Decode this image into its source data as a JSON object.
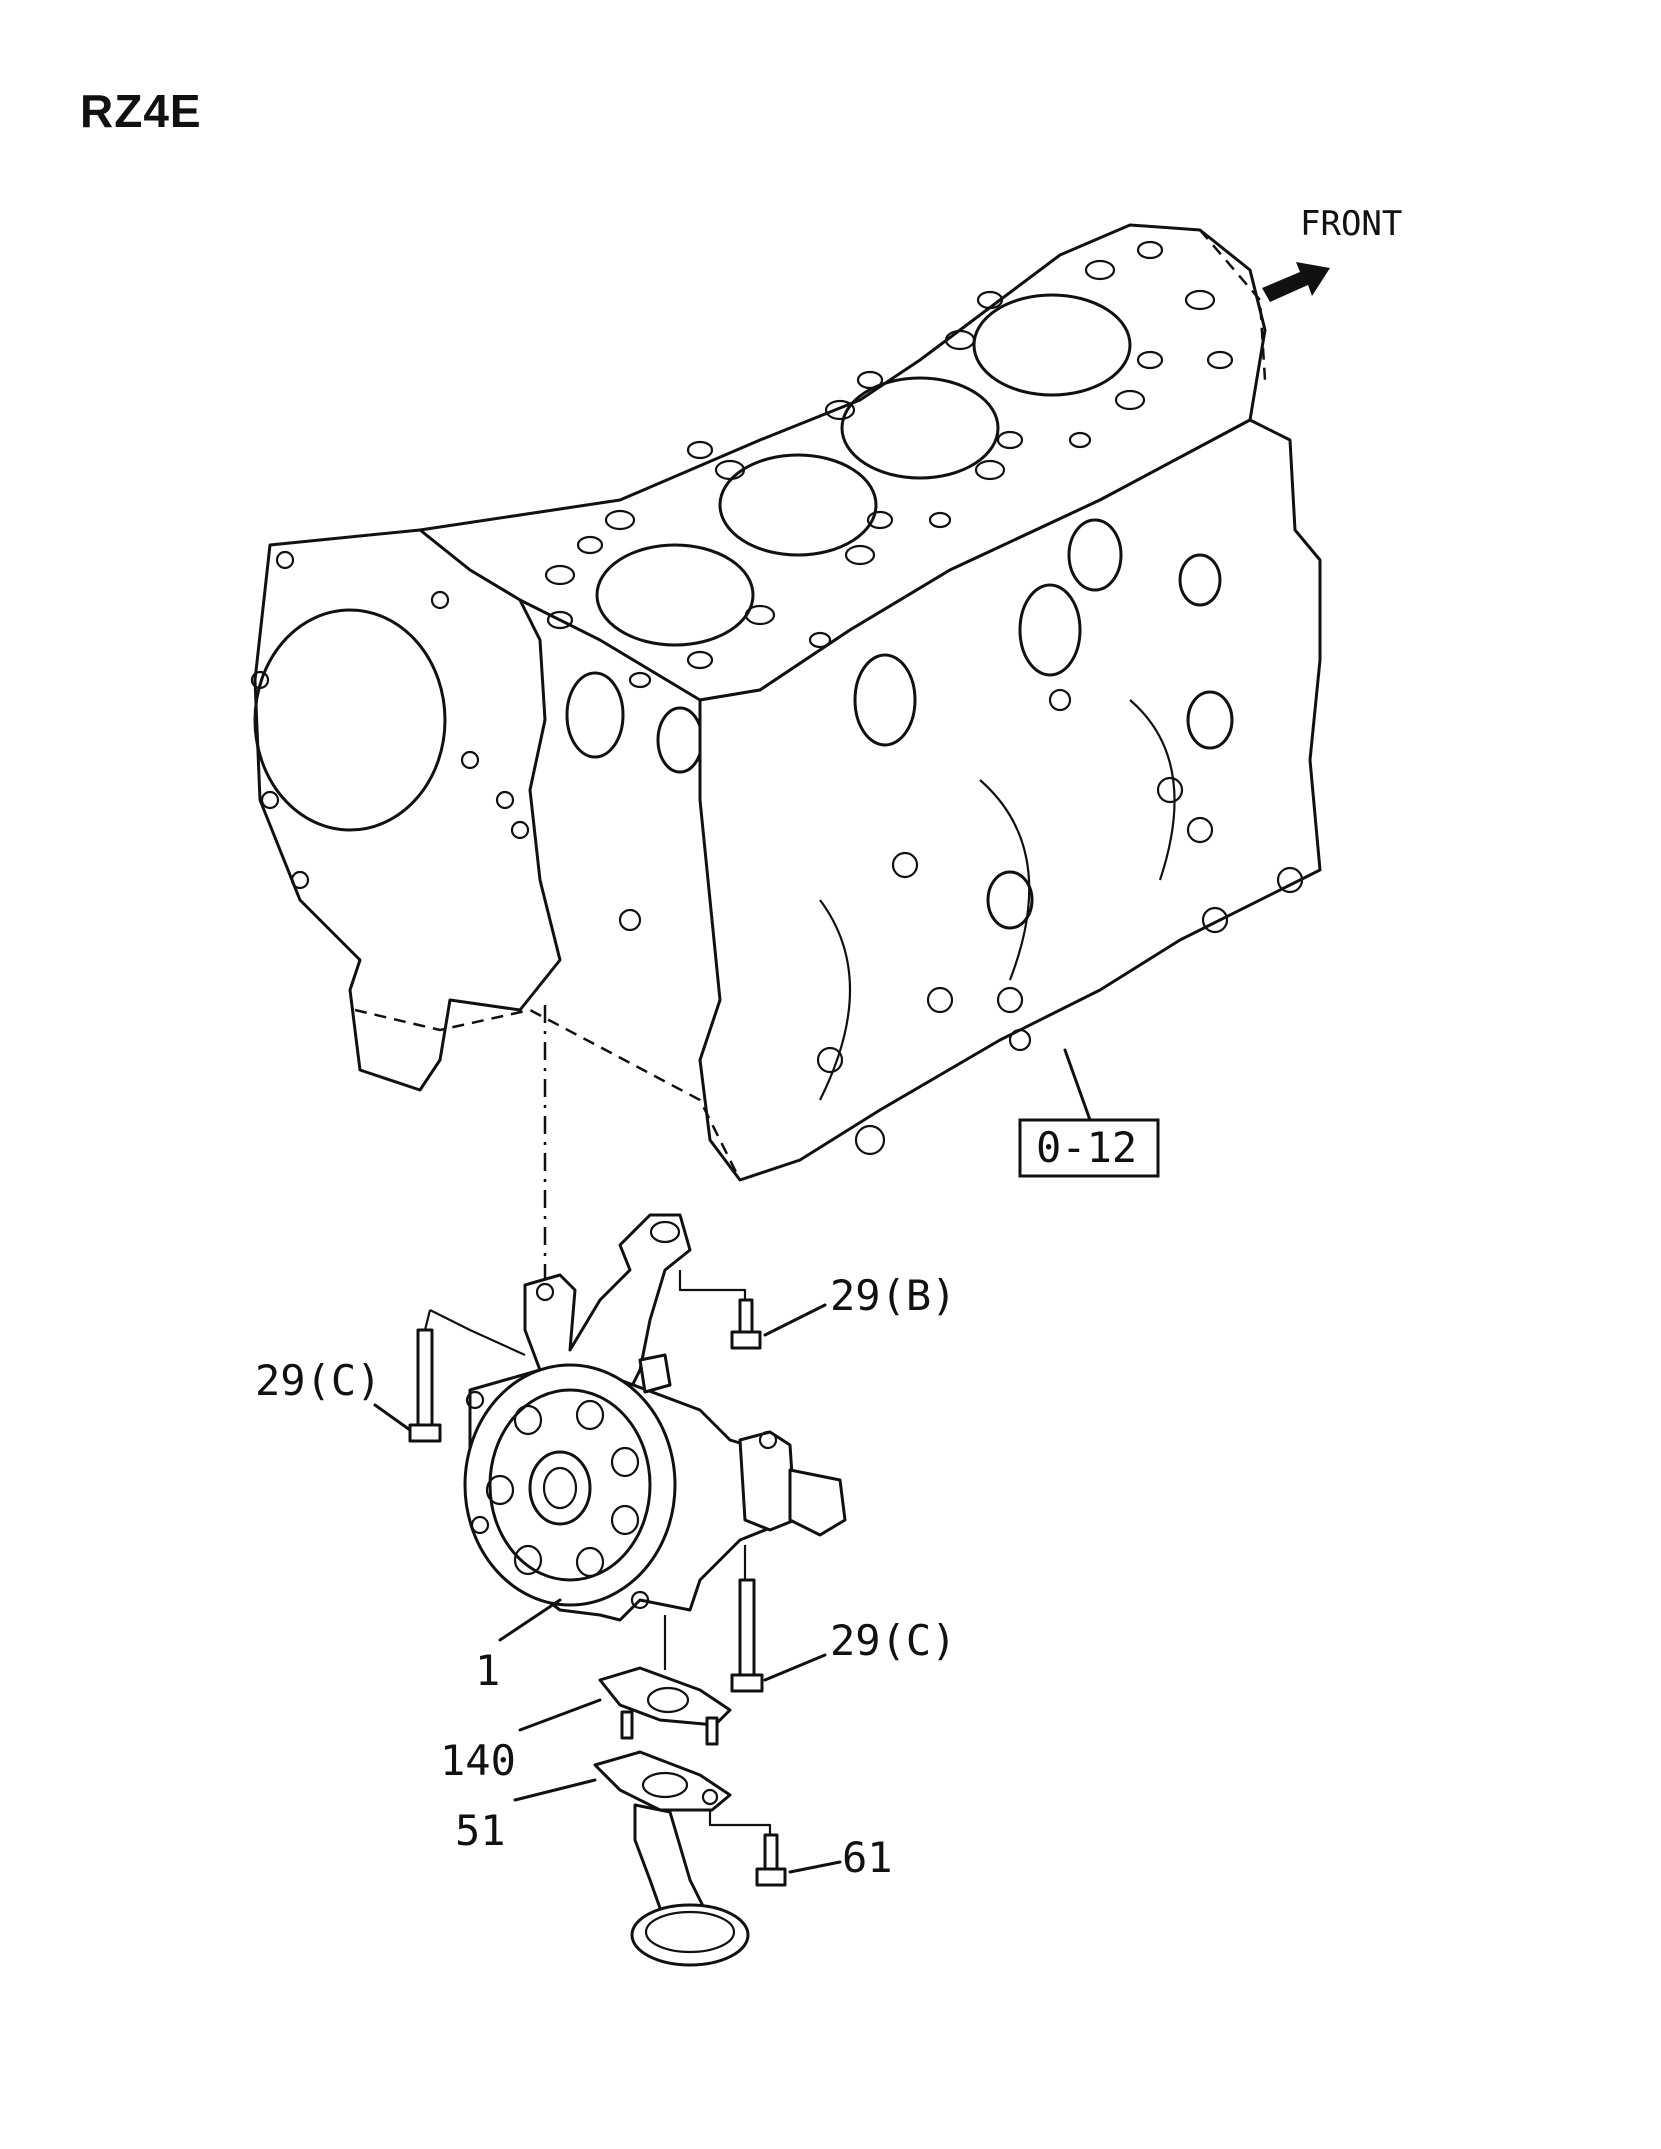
{
  "page": {
    "title": "RZ4E",
    "direction_label": "FRONT"
  },
  "callouts": {
    "block_ref": "0-12",
    "bolt_b": "29(B)",
    "bolt_c_left": "29(C)",
    "bolt_c_right": "29(C)",
    "oil_pump": "1",
    "gasket": "140",
    "strainer": "51",
    "strainer_bolt": "61"
  },
  "colors": {
    "line": "#111111",
    "background": "#ffffff"
  },
  "icons": {
    "direction": "front-arrow-icon"
  }
}
